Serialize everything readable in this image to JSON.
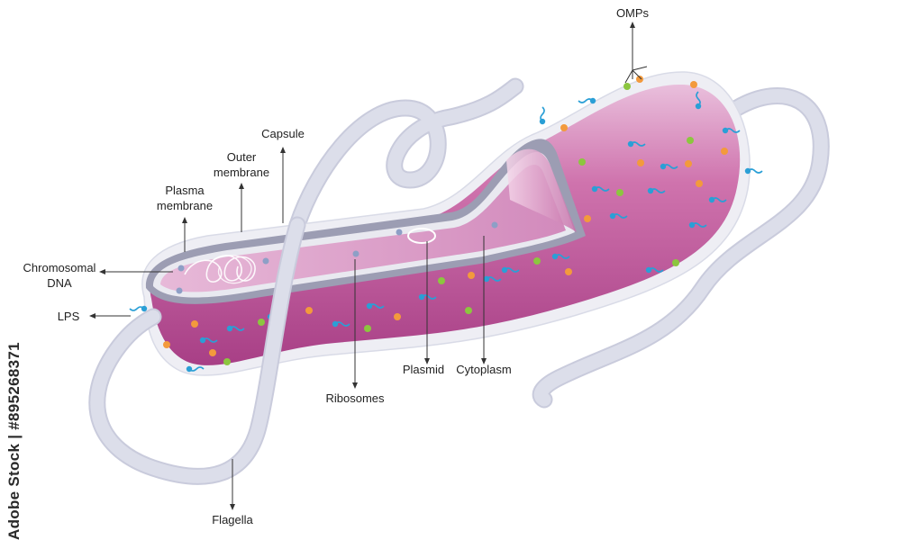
{
  "labels": {
    "omps": "OMPs",
    "capsule": "Capsule",
    "outer_membrane_line1": "Outer",
    "outer_membrane_line2": "membrane",
    "plasma_membrane_line1": "Plasma",
    "plasma_membrane_line2": "membrane",
    "chromosomal_dna_line1": "Chromosomal",
    "chromosomal_dna_line2": "DNA",
    "lps": "LPS",
    "ribosomes": "Ribosomes",
    "plasmid": "Plasmid",
    "cytoplasm": "Cytoplasm",
    "flagella": "Flagella"
  },
  "watermark": "Adobe Stock | #895268371",
  "colors": {
    "cell_body": "#c0559a",
    "cell_light": "#e6b4d6",
    "capsule": "#eeeef4",
    "flagella": "#d3d5e3",
    "membrane": "#8a8ba0",
    "lps_molecule": "#2a9fd6",
    "omp_green": "#8cc63f",
    "omp_orange": "#f39a3c"
  }
}
